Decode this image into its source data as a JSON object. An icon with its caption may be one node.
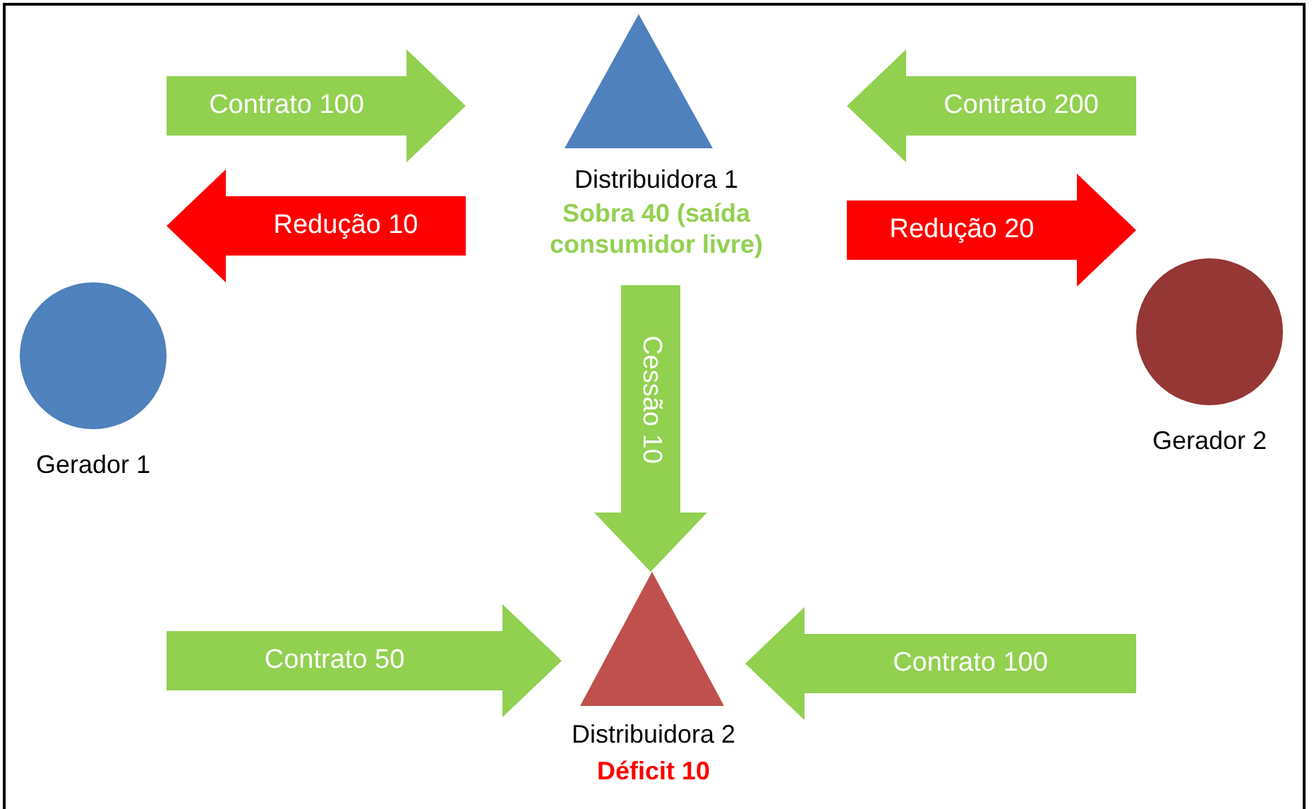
{
  "diagram": {
    "nodes": [
      {
        "text": [
          "Distribuidora 1",
          "Sobra 40 (saída consumidor livre)"
        ]
      },
      {
        "text": [
          "Gerador 1"
        ]
      },
      {
        "text": [
          "Gerador 2"
        ]
      },
      {
        "text": [
          "Distribuidora 2",
          "Déficit 10"
        ]
      }
    ],
    "edges": [
      {
        "from": 1,
        "to": 0,
        "arrow": "to",
        "label": "Contrato 100"
      },
      {
        "from": 2,
        "to": 0,
        "arrow": "to",
        "label": "Contrato 200"
      },
      {
        "from": 0,
        "to": 1,
        "arrow": "to",
        "label": "Redução 10",
        "color": "#ff0000"
      },
      {
        "from": 0,
        "to": 2,
        "arrow": "to",
        "label": "Redução 20",
        "color": "#ff0000"
      },
      {
        "from": 0,
        "to": 3,
        "arrow": "to",
        "label": "Cessão 10"
      },
      {
        "from": 1,
        "to": 3,
        "arrow": "to",
        "label": "Contrato 50"
      },
      {
        "from": 2,
        "to": 3,
        "arrow": "to",
        "label": "Contrato 100"
      }
    ]
  }
}
